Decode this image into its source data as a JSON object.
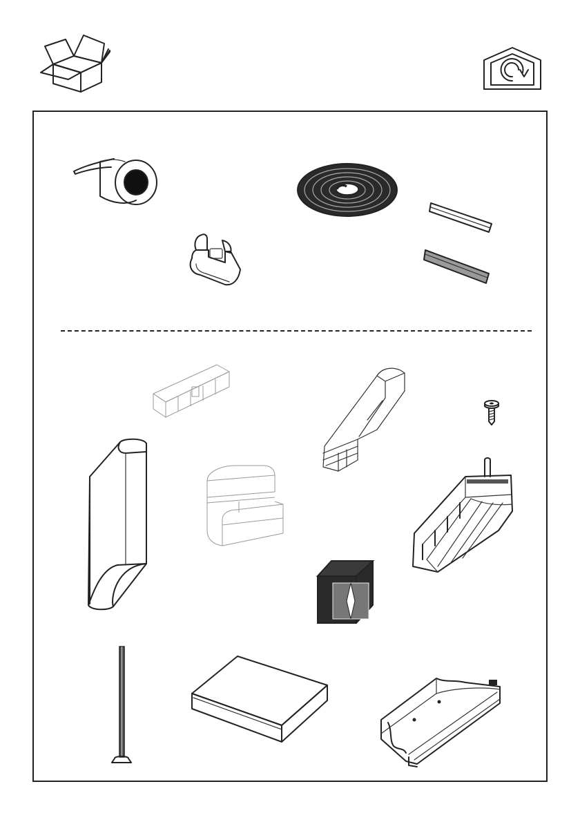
{
  "page": {
    "header_icons": [
      "open-box-icon",
      "recirculation-house-icon"
    ],
    "upper_section_parts": [
      "adhesive-tape-roll",
      "gasket-seal-coil",
      "flat-strip",
      "foam-strip",
      "u-bracket-clip"
    ],
    "lower_section_parts": [
      "duct-connector-bracket",
      "angled-duct-elbow",
      "screw",
      "rectangular-duct",
      "elbow-transition-piece",
      "air-deflector-bracket",
      "carbon-filter-cube",
      "threaded-rod",
      "flat-duct-sleeve",
      "recirculation-base-unit"
    ],
    "colors": {
      "line": "#222222",
      "background": "#ffffff",
      "fill_dark": "#2a2a2a",
      "fill_mid": "#9a9a9a"
    }
  }
}
